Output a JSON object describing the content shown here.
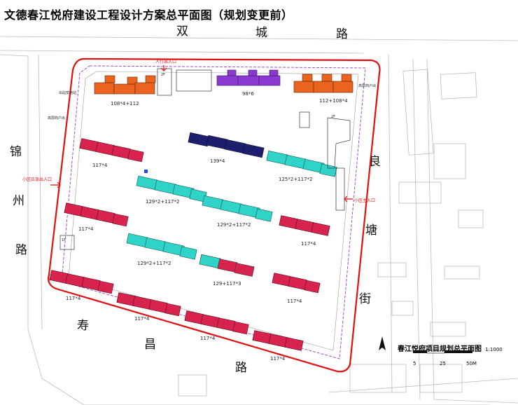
{
  "title": "文德春江悦府建设工程设计方案总平面图（规划变更前）",
  "roads": {
    "north": [
      "双",
      "城",
      "路"
    ],
    "west": [
      "锦",
      "州",
      "路"
    ],
    "east": [
      "良",
      "塘",
      "街"
    ],
    "south": [
      "寿",
      "昌",
      "路"
    ]
  },
  "entrances": {
    "pedestrian_north": "人行出入口",
    "west": "小区应急出入口",
    "east": "小区主入口"
  },
  "building_labels": {
    "north_left": "108*4+112",
    "north_center": "98*6",
    "north_right": "112+108*4",
    "navy_center": "139*4",
    "cyan_right": "125*2+117*2",
    "red_left_1": "117*4",
    "cyan_mid_1": "129*2+117*2",
    "red_left_2": "117*4",
    "cyan_mid_2": "129*2+117*2",
    "red_right_2": "117*4",
    "cyan_left_3": "129*2+117*2",
    "cyan_red_mid_3": "129+117*3",
    "red_right_3": "117*4",
    "south_1": "117*4",
    "south_2": "117*4",
    "south_3": "117*4",
    "south_4": "117*4"
  },
  "small_labels": {
    "two_floor_1": "2F",
    "two_floor_2": "2F",
    "one_floor": "1F",
    "left_note_1": "出站变电站",
    "left_note_2": "高层商户出",
    "right_note": "高层商户出"
  },
  "caption": {
    "title": "春江悦府项目规划总平面图",
    "scale": "1:1000",
    "scale_ticks": [
      "5",
      "25",
      "50M"
    ]
  },
  "colors": {
    "red_building": "#d8234f",
    "orange_building": "#ea6420",
    "purple_building": "#8a3ad0",
    "navy_building": "#1d1f6e",
    "cyan_building": "#2fd3c8",
    "site_boundary": "#e01010",
    "inner_line": "#9a3ec4"
  }
}
